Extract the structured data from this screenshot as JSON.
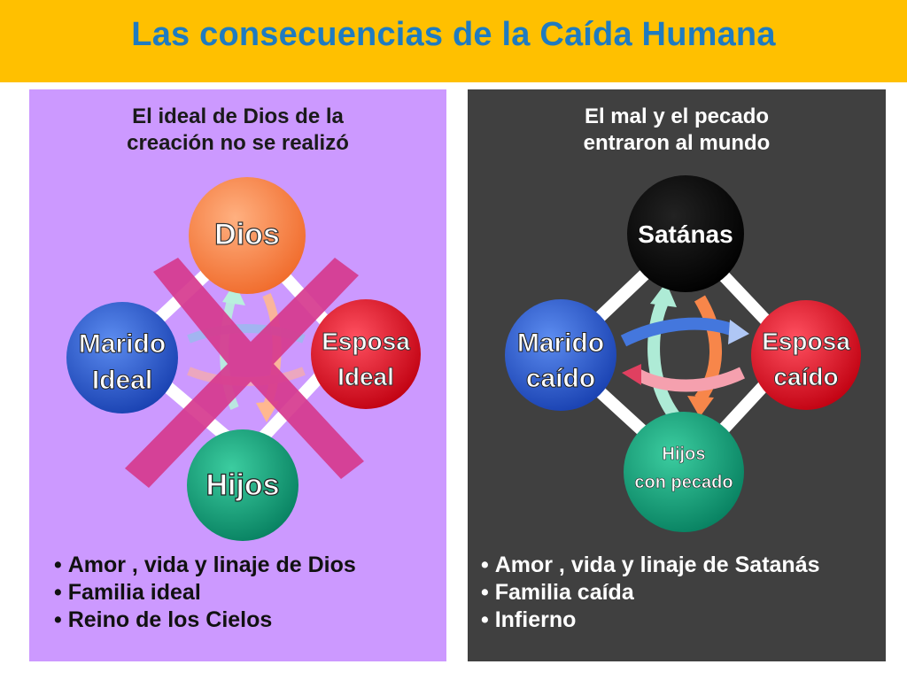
{
  "title": "Las consecuencias de la Caída Humana",
  "left": {
    "subtitle_line1": "El ideal de Dios de la",
    "subtitle_line2": "creación no se realizó",
    "nodes": {
      "top": "Dios",
      "left_line1": "Marido",
      "left_line2": "Ideal",
      "right_line1": "Esposa",
      "right_line2": "Ideal",
      "bottom": "Hijos"
    },
    "bullets": [
      "Amor , vida y linaje de Dios",
      "Familia ideal",
      "Reino de los Cielos"
    ]
  },
  "right": {
    "subtitle_line1": "El mal y el pecado",
    "subtitle_line2": "entraron al mundo",
    "nodes": {
      "top": "Satánas",
      "left_line1": "Marido",
      "left_line2": "caído",
      "right_line1": "Esposa",
      "right_line2": "caído",
      "bottom_line1": "Hijos",
      "bottom_line2": "con pecado"
    },
    "bullets": [
      "Amor , vida y linaje de Satanás",
      "Familia caída",
      "Infierno"
    ]
  },
  "colors": {
    "header": "#FFC000",
    "title": "#1F7BC0",
    "left_panel": "#CC99FF",
    "right_panel": "#404040",
    "node_god": "#FF7F3F",
    "node_husband": "#2255CC",
    "node_wife": "#DD1122",
    "node_children": "#11A07A",
    "node_satan": "#000000",
    "cross": "#D63A8E"
  }
}
